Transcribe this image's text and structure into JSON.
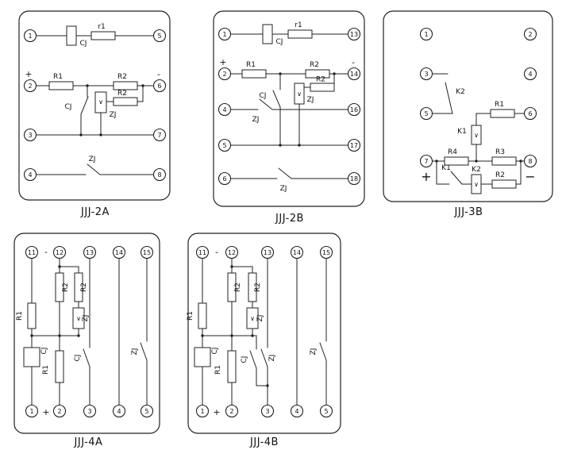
{
  "d2a": {
    "caption": "JJJ-2A",
    "terminals": {
      "t1": "1",
      "t2": "2",
      "t3": "3",
      "t4": "4",
      "t5": "5",
      "t6": "6",
      "t7": "7",
      "t8": "8"
    },
    "labels": {
      "cj_coil": "CJ",
      "r1": "r1",
      "R1": "R1",
      "R2_top": "R2",
      "R2_mid": "R2",
      "zj_coil": "ZJ",
      "zj_v": "∨",
      "cj_contact": "CJ",
      "zj_contact": "ZJ",
      "plus": "+",
      "minus": "-"
    }
  },
  "d2b": {
    "caption": "JJJ-2B",
    "terminals": {
      "t1": "1",
      "t2": "2",
      "t4": "4",
      "t5": "5",
      "t6": "6",
      "t13": "13",
      "t14": "14",
      "t16": "16",
      "t17": "17",
      "t18": "18"
    },
    "labels": {
      "cj_coil": "CJ",
      "r1": "r1",
      "R1": "R1",
      "R2_top": "R2",
      "R2_mid": "R2",
      "zj_coil": "ZJ",
      "zj_v": "∨",
      "cj_contact": "CJ",
      "zj_contact_mid": "ZJ",
      "zj_contact_bottom": "ZJ",
      "plus": "+",
      "minus": "-"
    }
  },
  "d3b": {
    "caption": "JJJ-3B",
    "terminals": {
      "t1": "1",
      "t2": "2",
      "t3": "3",
      "t4": "4",
      "t5": "5",
      "t6": "6",
      "t7": "7",
      "t8": "8"
    },
    "labels": {
      "k2_contact": "K2",
      "R1": "R1",
      "k1_coil": "K1",
      "k1_v": "∨",
      "R4": "R4",
      "R3": "R3",
      "k1_contact": "K1",
      "k2_coil": "K2",
      "k2_v": "∨",
      "R2": "R2",
      "plus": "+",
      "minus": "−"
    }
  },
  "d4a": {
    "caption": "JJJ-4A",
    "terminals_top": {
      "t11": "11",
      "t12": "12",
      "t13": "13",
      "t14": "14",
      "t15": "15"
    },
    "terminals_bottom": {
      "t1": "1",
      "t2": "2",
      "t3": "3",
      "t4": "4",
      "t5": "5"
    },
    "labels": {
      "R1_top": "R1",
      "R1_bottom": "R1",
      "cj_coil": "CJ",
      "R2_left": "R2",
      "R2_right": "R2",
      "zj_coil": "ZJ",
      "zj_v": "∨",
      "cj_contact": "CJ",
      "zj_contact": "ZJ",
      "minus": "-",
      "plus": "+"
    }
  },
  "d4b": {
    "caption": "JJJ-4B",
    "terminals_top": {
      "t11": "11",
      "t12": "12",
      "t13": "13",
      "t14": "14",
      "t15": "15"
    },
    "terminals_bottom": {
      "t1": "1",
      "t2": "2",
      "t3": "3",
      "t4": "4",
      "t5": "5"
    },
    "labels": {
      "R1_top": "R1",
      "R1_bottom": "R1",
      "cj_coil": "CJ",
      "R2_left": "R2",
      "R2_right": "R2",
      "zj_coil": "ZJ",
      "zj_v": "∨",
      "cj_contact": "CJ",
      "zj_contact_mid": "ZJ",
      "zj_contact_right": "ZJ",
      "minus": "-",
      "plus": "+"
    }
  }
}
